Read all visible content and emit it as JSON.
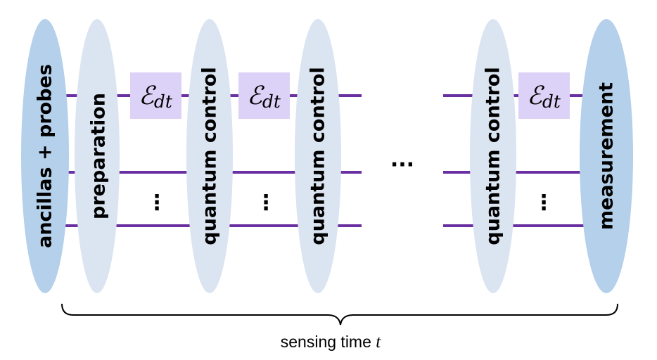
{
  "labels": {
    "ancillas": "ancillas + probes",
    "preparation": "preparation",
    "control_1": "quantum control",
    "control_2": "quantum control",
    "control_3": "quantum control",
    "measurement": "measurement"
  },
  "channel": {
    "symbol": "ℰ",
    "subscript": "dt"
  },
  "ellipsis": {
    "vertical": "⋮",
    "horizontal": "···"
  },
  "caption": {
    "text": "sensing time ",
    "variable": "t"
  },
  "colors": {
    "wire": "#6a2fa0",
    "dark_oval": "#b4d0ea",
    "light_oval": "#dbe4f1",
    "channel_box": "#dcd2f7"
  }
}
